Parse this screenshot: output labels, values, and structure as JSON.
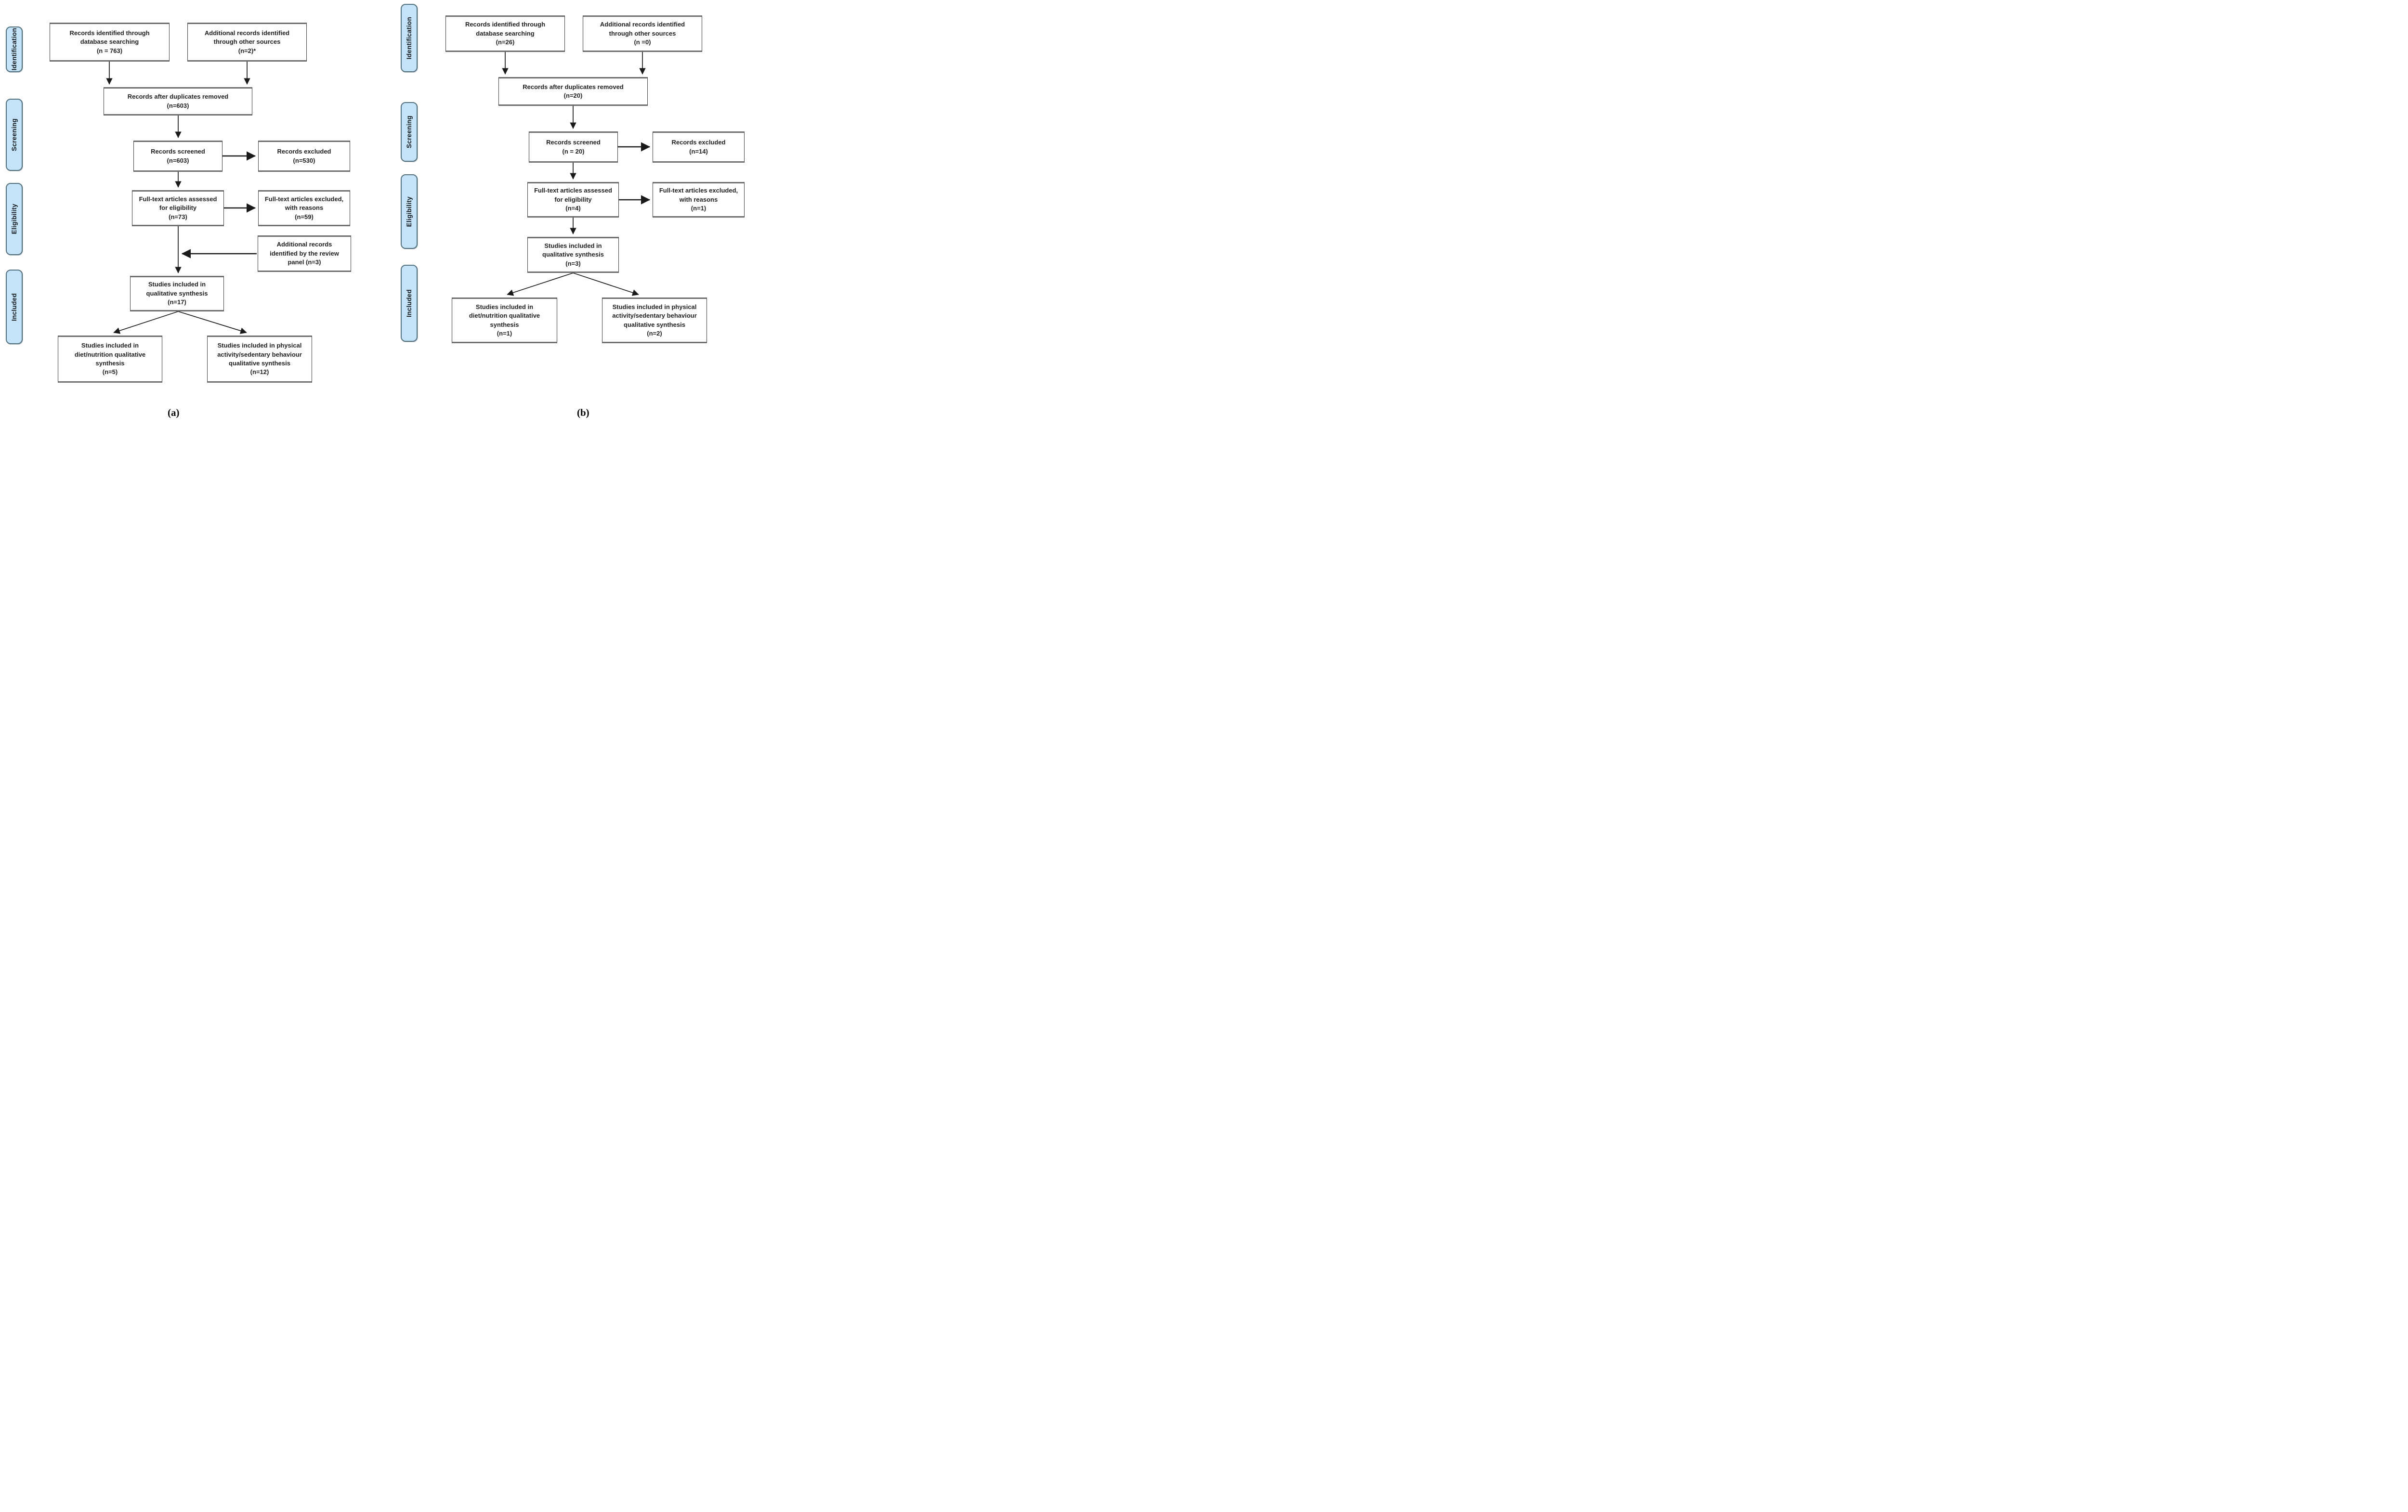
{
  "colors": {
    "stage_fill": "#c4e3f8",
    "stage_border": "#53707e",
    "box_border": "#3f3f3f",
    "box_edge": "#6e6e6e",
    "text": "#1f1f1f",
    "arrow": "#1a1a1a"
  },
  "diagram_a": {
    "caption": "(a)",
    "stages": [
      "Identification",
      "Screening",
      "Eligibility",
      "Included"
    ],
    "nodes": {
      "identified": "Records identified through\ndatabase searching\n(n = 763)",
      "additional": "Additional records identified\nthrough other sources\n(n=2)*",
      "duplicates_removed": "Records after duplicates removed\n(n=603)",
      "screened": "Records screened\n(n=603)",
      "excluded": "Records excluded\n(n=530)",
      "fulltext_assessed": "Full-text articles assessed\nfor eligibility\n(n=73)",
      "fulltext_excluded": "Full-text articles excluded,\nwith reasons\n(n=59)",
      "review_panel": "Additional records\nidentified by the review\npanel (n=3)",
      "qualitative_synthesis": "Studies included in\nqualitative synthesis\n(n=17)",
      "diet_nutrition": "Studies included in\ndiet/nutrition qualitative\nsynthesis\n(n=5)",
      "physical_activity": "Studies included in physical\nactivity/sedentary behaviour\nqualitative synthesis\n(n=12)"
    }
  },
  "diagram_b": {
    "caption": "(b)",
    "stages": [
      "Identification",
      "Screening",
      "Eligibility",
      "Included"
    ],
    "nodes": {
      "identified": "Records identified through\ndatabase searching\n(n=26)",
      "additional": "Additional records identified\nthrough other sources\n(n =0)",
      "duplicates_removed": "Records after duplicates removed\n(n=20)",
      "screened": "Records screened\n(n = 20)",
      "excluded": "Records excluded\n(n=14)",
      "fulltext_assessed": "Full-text articles assessed\nfor eligibility\n(n=4)",
      "fulltext_excluded": "Full-text articles excluded,\nwith reasons\n(n=1)",
      "qualitative_synthesis": "Studies included in\nqualitative synthesis\n(n=3)",
      "diet_nutrition": "Studies included in\ndiet/nutrition qualitative\nsynthesis\n(n=1)",
      "physical_activity": "Studies included in physical\nactivity/sedentary behaviour\nqualitative synthesis\n(n=2)"
    }
  }
}
